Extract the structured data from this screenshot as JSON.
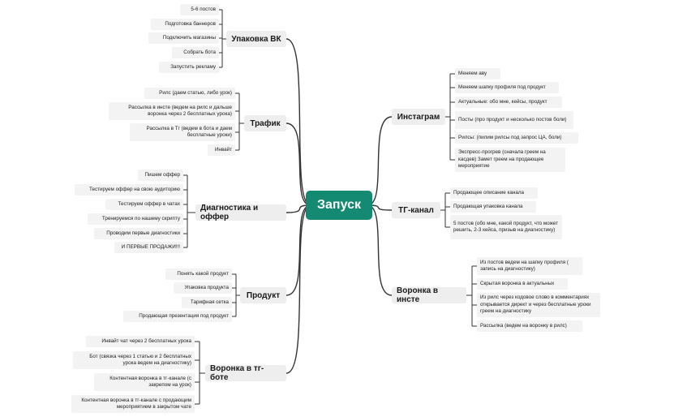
{
  "root": {
    "title": "Запуск"
  },
  "branches": {
    "upakovka_vk": {
      "title": "Упаковка ВК",
      "items": [
        "5-6 постов",
        "Подготовка баннеров",
        "Подключить магазины",
        "Собрать бота",
        "Запустить рекламу"
      ]
    },
    "trafik": {
      "title": "Трафик",
      "items": [
        "Рилс (даем статью, либо урок)",
        "Рассылка в инсте (ведем на рилс и дальше воронка через 2 бесплатных урока)",
        "Рассылка в Тг (ведем в бота и даем бесплатные уроки)",
        "Инвайт"
      ]
    },
    "diagnostika": {
      "title": "Диагностика и оффер",
      "items": [
        "Пишем оффер",
        "Тестируем оффер на свою аудиторию",
        "Тестируем оффер в чатах",
        "Тренируемся по нашему скрипту",
        "Проводим первые диагностики",
        "И ПЕРВЫЕ ПРОДАЖИ!!!"
      ]
    },
    "produkt": {
      "title": "Продукт",
      "items": [
        "Понять какой продукт",
        "Упаковка продукта",
        "Тарифная сетка",
        "Продающая презентация под продукт"
      ]
    },
    "voronka_tg_bote": {
      "title": "Воронка в тг-боте",
      "items": [
        "Инвайт чат через 2 бесплатных урока",
        "Бот (связка через 1 статью и 2 бесплатных урока ведем на диагностику)",
        "Контентная воронка в тг-канале (с закрепом на урок)",
        "Контентная воронка в тг-канале с продающим мероприятием в закрытом чате"
      ]
    },
    "instagram": {
      "title": "Инстаграм",
      "items": [
        "Меняем аву",
        "Меняем шапку профиля под продукт",
        "Актуальные: обо мне, кейсы, продукт",
        "Посты (про продукт и несколько постов боли)",
        "Рилсы: (пилим рилсы под запрос ЦА, боли)",
        "Экспресс-прогрев (сначала греем на касдев) Замет греем на продающее мероприятие"
      ]
    },
    "tg_kanal": {
      "title": "ТГ-канал",
      "items": [
        "Продающее описание канала",
        "Продающая упаковка канала",
        "5 постов (обо мне, какой продукт, что может решить, 2-3 кейса, призыв на диагностику)"
      ]
    },
    "voronka_inste": {
      "title": "Воронка в инсте",
      "items": [
        "Из постов ведем на шапку профиля ( запись на диагностику)",
        "Скрытая воронка в актуальных",
        "Из рилс через кодовое слово в комментариях открывается директ и через бесплатные уроки греем на диагностику",
        "Рассылка (ведем на воронку в рилс)"
      ]
    }
  },
  "colors": {
    "root_fill": "#148a72",
    "branch_fill": "#eeeeee",
    "leaf_fill": "#f3f3f3",
    "line": "#333333"
  }
}
